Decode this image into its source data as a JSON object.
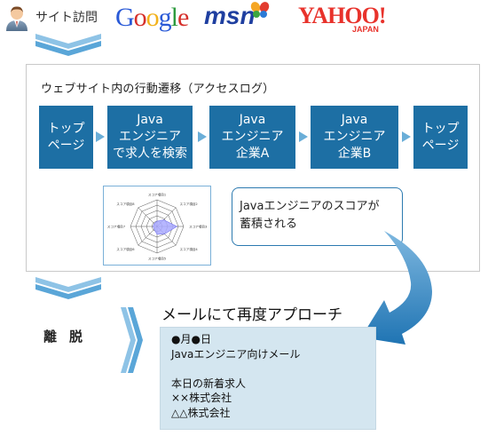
{
  "header": {
    "visit_label": "サイト訪問",
    "logos": [
      {
        "name": "Google",
        "letters": [
          "G",
          "o",
          "o",
          "g",
          "l",
          "e"
        ],
        "letter_colors": [
          "#2a5ad7",
          "#d6302b",
          "#f2b21c",
          "#2a5ad7",
          "#2c9a3e",
          "#d6302b"
        ]
      },
      {
        "name": "msn",
        "text": "msn",
        "color": "#1f3fa0"
      },
      {
        "name": "Yahoo",
        "text": "YAHOO!",
        "sub": "JAPAN",
        "color": "#e8322b"
      }
    ]
  },
  "panel": {
    "title": "ウェブサイト内の行動遷移（アクセスログ）",
    "steps": [
      {
        "label": "トップ\nページ"
      },
      {
        "label": "Java\nエンジニア\nで求人を検索"
      },
      {
        "label": "Java\nエンジニア\n企業A"
      },
      {
        "label": "Java\nエンジニア\n企業B"
      },
      {
        "label": "トップ\nページ"
      }
    ],
    "callout_text": "Javaエンジニアのスコアが\n蓄積される"
  },
  "chart_data": {
    "type": "radar",
    "axis_labels": [
      "スコア項目1",
      "スコア項目2",
      "スコア項目3",
      "スコア項目4",
      "スコア項目5",
      "スコア項目6",
      "スコア項目7",
      "スコア項目8"
    ],
    "values": [
      0.2,
      0.35,
      0.75,
      0.4,
      0.3,
      0.15,
      0.15,
      0.15
    ],
    "rings": 5,
    "fill_color": "#a9a9ff",
    "grid_color": "#555555"
  },
  "exit": {
    "label": "離脱"
  },
  "mail": {
    "title": "メールにて再度アプローチ",
    "lines": [
      "●月●日",
      "Javaエンジニア向けメール",
      "",
      "本日の新着求人",
      "××株式会社",
      "△△株式会社"
    ]
  },
  "colors": {
    "step_bg": "#1d6fa4",
    "chevron": "#6aaed8",
    "curve_arrow": "#3a8cc6",
    "mail_bg": "#d4e6f0"
  }
}
